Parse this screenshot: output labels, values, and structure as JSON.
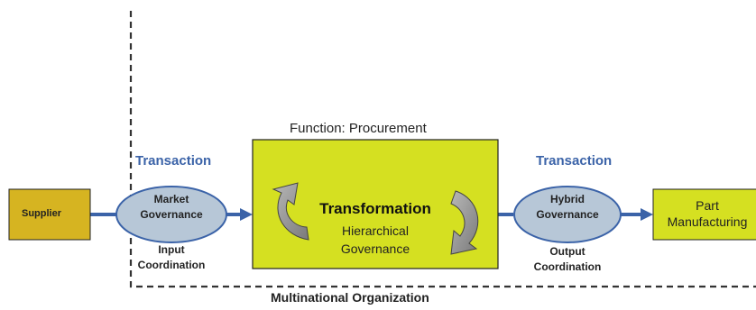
{
  "diagram": {
    "function_label": "Function: Procurement",
    "supplier": "Supplier",
    "left_transaction": "Transaction",
    "market_governance": [
      "Market",
      "Governance"
    ],
    "input_coordination": [
      "Input",
      "Coordination"
    ],
    "transformation": "Transformation",
    "hierarchical_governance": [
      "Hierarchical",
      "Governance"
    ],
    "right_transaction": "Transaction",
    "hybrid_governance": [
      "Hybrid",
      "Governance"
    ],
    "output_coordination": [
      "Output",
      "Coordination"
    ],
    "part_manufacturing": [
      "Part",
      "Manufacturing"
    ],
    "organization_label": "Multinational Organization"
  },
  "colors": {
    "supplier_fill": "#d6b421",
    "box_fill": "#d5e021",
    "ellipse_fill": "#b7c7d7",
    "arrow_blue": "#3b63a8",
    "dashed_line": "#333333"
  }
}
